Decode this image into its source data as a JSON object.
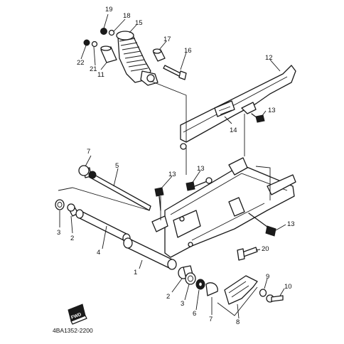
{
  "diagram": {
    "callouts": {
      "c19": "19",
      "c18": "18",
      "c15": "15",
      "c17": "17",
      "c16": "16",
      "c22": "22",
      "c21": "21",
      "c11": "11",
      "c12": "12",
      "c13a": "13",
      "c14": "14",
      "c7a": "7",
      "c5": "5",
      "c13b": "13",
      "c13c": "13",
      "c3a": "3",
      "c2a": "2",
      "c4": "4",
      "c13d": "13",
      "c20": "20",
      "c1": "1",
      "c2b": "2",
      "c3b": "3",
      "c6": "6",
      "c7b": "7",
      "c9": "9",
      "c10": "10",
      "c8": "8"
    },
    "fwd_badge": "FWD",
    "drawing_code": "4BA1352-2200"
  }
}
